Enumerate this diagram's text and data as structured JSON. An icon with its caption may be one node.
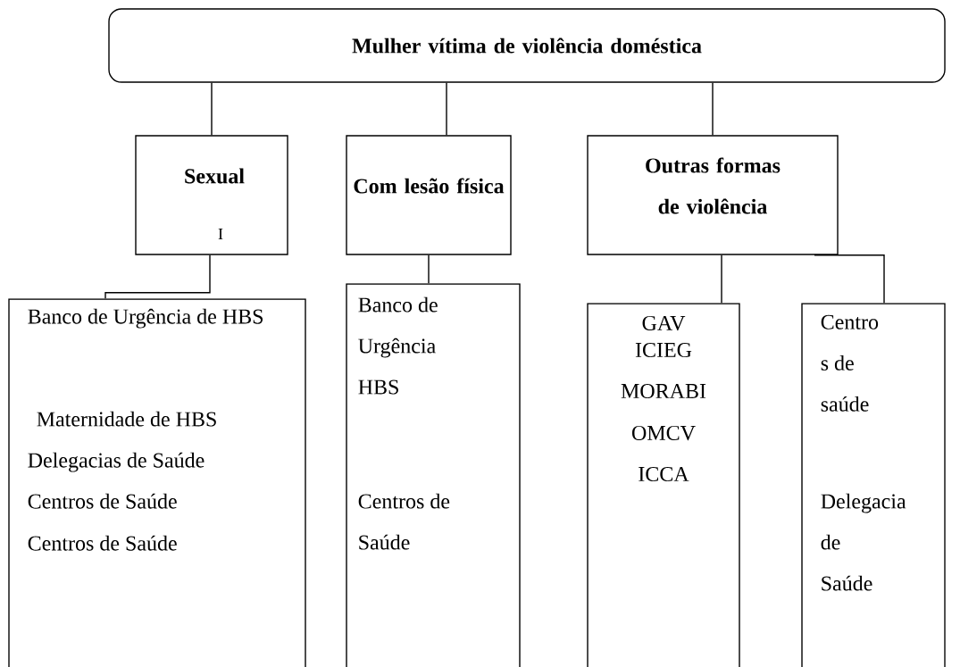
{
  "diagram": {
    "nodes": [
      {
        "text": [
          "Mulher vítima de violência doméstica"
        ]
      },
      {
        "text": [
          "Sexual"
        ]
      },
      {
        "text": [
          "Com lesão física"
        ]
      },
      {
        "text": [
          "Outras formas de violência"
        ]
      },
      {
        "text": [
          "Banco de Urgência de HBS",
          "Maternidade de HBS",
          "Delegacias de Saúde",
          "Centros de Saúde",
          "Centros de Saúde"
        ]
      },
      {
        "text": [
          "Banco de Urgência HBS",
          "Centros de Saúde"
        ]
      },
      {
        "text": [
          "GAV",
          "ICIEG",
          "MORABI",
          "OMCV",
          "ICCA"
        ]
      },
      {
        "text": [
          "Centro s de saúde",
          "Delegacia de Saúde"
        ]
      }
    ],
    "edges": [
      {
        "from": 0,
        "to": 1,
        "arrow": "none"
      },
      {
        "from": 0,
        "to": 2,
        "arrow": "none"
      },
      {
        "from": 0,
        "to": 3,
        "arrow": "none"
      },
      {
        "from": 1,
        "to": 4,
        "arrow": "none"
      },
      {
        "from": 2,
        "to": 5,
        "arrow": "none"
      },
      {
        "from": 3,
        "to": 6,
        "arrow": "none"
      },
      {
        "from": 3,
        "to": 7,
        "arrow": "none"
      }
    ],
    "labels": [
      "I"
    ]
  }
}
